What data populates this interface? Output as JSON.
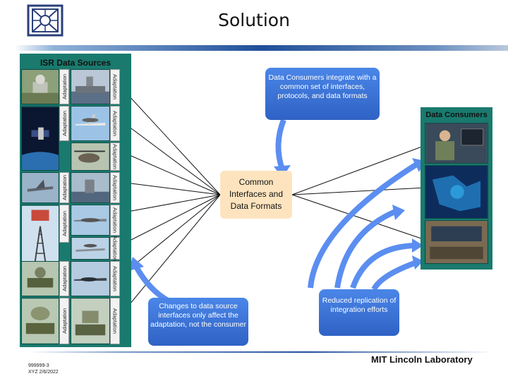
{
  "slide": {
    "title": "Solution",
    "isr_title": "ISR Data Sources",
    "consumers_title": "Data Consumers",
    "center_box": "Common Interfaces and Data Formats",
    "callout_top": "Data Consumers integrate with a common set of interfaces, protocols, and data formats",
    "callout_left": "Changes to data source interfaces only affect the adaptation, not the consumer",
    "callout_right": "Reduced replication of integration efforts",
    "adaptation_label": "Adaptation",
    "footer_id": "999999-3",
    "footer_date": "XYZ 2/6/2022",
    "footer_lab": "MIT Lincoln Laboratory"
  },
  "colors": {
    "panel": "#1a7a6e",
    "callout_blue": "#3a72d8",
    "center_fill": "#fde4bf",
    "arrow": "#5b8ef0"
  },
  "icons": [
    "lincoln-lab-logo-icon",
    "antenna-icon",
    "ship-icon",
    "satellite-icon",
    "aircraft-icon",
    "helicopter-icon",
    "radar-tower-icon",
    "drone-icon",
    "vehicle-icon",
    "operator-icon",
    "map-display-icon",
    "operations-room-icon"
  ]
}
